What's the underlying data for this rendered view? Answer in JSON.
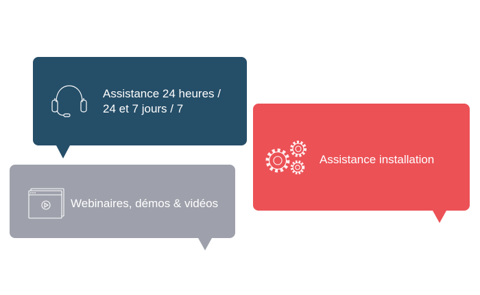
{
  "cards": [
    {
      "label_line1": "Assistance 24 heures /",
      "label_line2": "24 et 7 jours / 7",
      "icon": "headset-icon",
      "color": "#254e68"
    },
    {
      "label": "Webinaires, démos & vidéos",
      "icon": "video-window-icon",
      "color": "#9ea1ab"
    },
    {
      "label": "Assistance installation",
      "icon": "gears-icon",
      "color": "#ec5156"
    }
  ]
}
